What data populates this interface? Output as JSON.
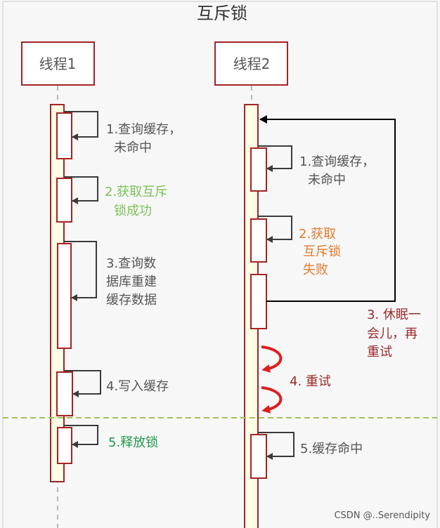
{
  "title": "互斥锁",
  "watermark": "CSDN @..Serendipity",
  "colors": {
    "background": "#f7f7f7",
    "frame": "#c8c8c8",
    "actor_border": "#a42424",
    "activation_fill": "#fffde3",
    "activation_border": "#a42424",
    "lifeline": "#b9b9b9",
    "arrow": "#3a3a3a",
    "text_gray": "#555555",
    "text_light_green": "#7dc05a",
    "text_orange": "#e27a2c",
    "text_dark_red": "#9b2a2a",
    "text_green": "#1e9a4a",
    "retry_arrow": "#dd1f1f",
    "divider": "#9cc25d"
  },
  "actors": [
    {
      "label": "线程1"
    },
    {
      "label": "线程2"
    }
  ],
  "thread1_steps": [
    {
      "lines": [
        "1.查询缓存，",
        "未命中"
      ],
      "color_key": "text_gray"
    },
    {
      "lines": [
        "2.获取互斥",
        "锁成功"
      ],
      "color_key": "text_light_green"
    },
    {
      "lines": [
        "3.查询数",
        "据库重建",
        "缓存数据"
      ],
      "color_key": "text_gray"
    },
    {
      "lines": [
        "4.写入缓存"
      ],
      "color_key": "text_gray"
    },
    {
      "lines": [
        "5.释放锁"
      ],
      "color_key": "text_green"
    }
  ],
  "thread2_steps": [
    {
      "lines": [
        "1.查询缓存，",
        "未命中"
      ],
      "color_key": "text_gray"
    },
    {
      "lines": [
        "2.获取",
        "互斥锁",
        "失败"
      ],
      "color_key": "text_orange"
    },
    {
      "lines": [
        "3. 休眠一",
        "会儿，再",
        "重试"
      ],
      "color_key": "text_dark_red"
    },
    {
      "lines": [
        "4. 重试"
      ],
      "color_key": "text_dark_red"
    },
    {
      "lines": [
        "5.缓存命中"
      ],
      "color_key": "text_gray"
    }
  ]
}
